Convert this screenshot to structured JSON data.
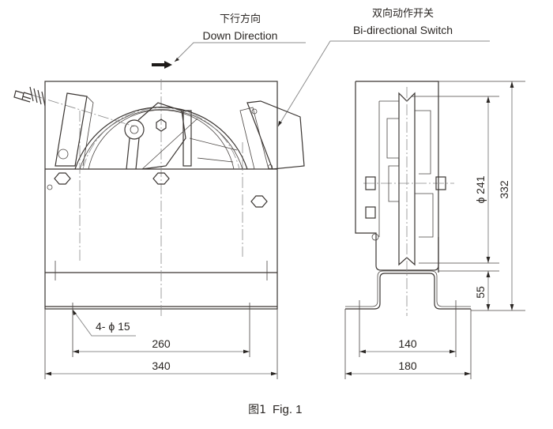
{
  "labels": {
    "down_direction_cn": "下行方向",
    "down_direction_en": "Down Direction",
    "switch_cn": "双向动作开关",
    "switch_en": "Bi-directional Switch"
  },
  "dimensions": {
    "holes": "4- ϕ 15",
    "hole_spacing_front": "260",
    "overall_width_front": "340",
    "hole_spacing_side": "140",
    "overall_width_side": "180",
    "sheave_diameter": "ϕ 241",
    "overall_height": "332",
    "base_height": "55"
  },
  "caption": {
    "cn": "图1",
    "en": "Fig. 1"
  },
  "colors": {
    "ink": "#3a3532",
    "dimension": "#6a6a6a",
    "leader": "#8c8c8c"
  }
}
